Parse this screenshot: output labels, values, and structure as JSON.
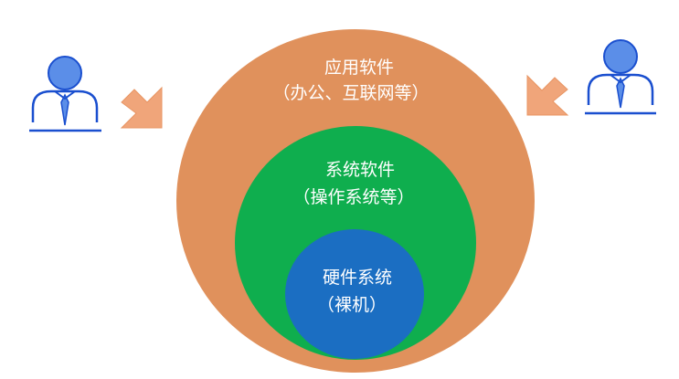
{
  "layers": {
    "application": {
      "title": "应用软件",
      "subtitle": "（办公、互联网等）",
      "color": "#e0915c"
    },
    "system": {
      "title": "系统软件",
      "subtitle": "（操作系统等）",
      "color": "#0fae4e"
    },
    "hardware": {
      "title": "硬件系统",
      "subtitle": "（裸机）",
      "color": "#1b6ec2"
    }
  },
  "users": [
    {
      "icon": "user-icon",
      "side": "left"
    },
    {
      "icon": "user-icon",
      "side": "right"
    }
  ],
  "arrows": {
    "icon": "arrow-icon",
    "color": "#f0a57a",
    "direction": "toward-center"
  },
  "colors": {
    "user_fill": "#5b8ee8",
    "user_stroke": "#1a4fcf",
    "background": "#ffffff"
  }
}
